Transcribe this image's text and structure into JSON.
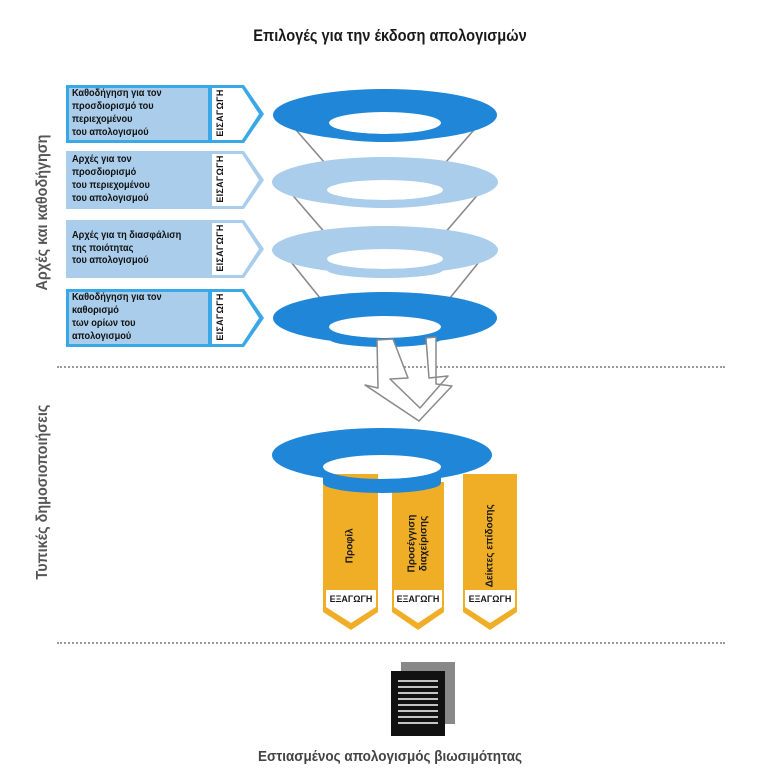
{
  "diagram": {
    "title": "Επιλογές για την έκδοση απολογισμών",
    "side_labels": {
      "principles": "Αρχές και καθοδήγηση",
      "standard_disclosures": "Τυπικές δημοσιοποιήσεις"
    },
    "inputs": [
      {
        "text": "Καθοδήγηση για τον\nπροσδιορισμό του περιεχομένου\nτου απολογισμού",
        "tag": "ΕΙΣΑΓΩΓΗ",
        "color": "#3aa8e6"
      },
      {
        "text": "Αρχές για τον προσδιορισμό\nτου περιεχομένου\nτου απολογισμού",
        "tag": "ΕΙΣΑΓΩΓΗ",
        "color": "#a9cdea"
      },
      {
        "text": "Αρχές για τη διασφάλιση\nτης ποιότητας\nτου απολογισμού",
        "tag": "ΕΙΣΑΓΩΓΗ",
        "color": "#a9cdea"
      },
      {
        "text": "Καθοδήγηση για τον καθορισμό\nτων ορίων του απολογισμού",
        "tag": "ΕΙΣΑΓΩΓΗ",
        "color": "#3aa8e6"
      }
    ],
    "outputs": [
      {
        "label": "Προφίλ",
        "tag": "ΕΞΑΓΩΓΗ"
      },
      {
        "label": "Προσέγγιση\nδιαχείρισης",
        "tag": "ΕΞΑΓΩΓΗ"
      },
      {
        "label": "Δείκτες επίδοσης",
        "tag": "ΕΞΑΓΩΓΗ"
      }
    ],
    "result": "Εστιασμένος απολογισμός βιωσιμότητας",
    "colors": {
      "dark_blue": "#1f86d8",
      "light_blue": "#a9cdea",
      "orange": "#f0ae27",
      "grey": "#8a8a8a"
    },
    "icons": [
      "report-document-icon",
      "down-arrow-icon"
    ]
  }
}
